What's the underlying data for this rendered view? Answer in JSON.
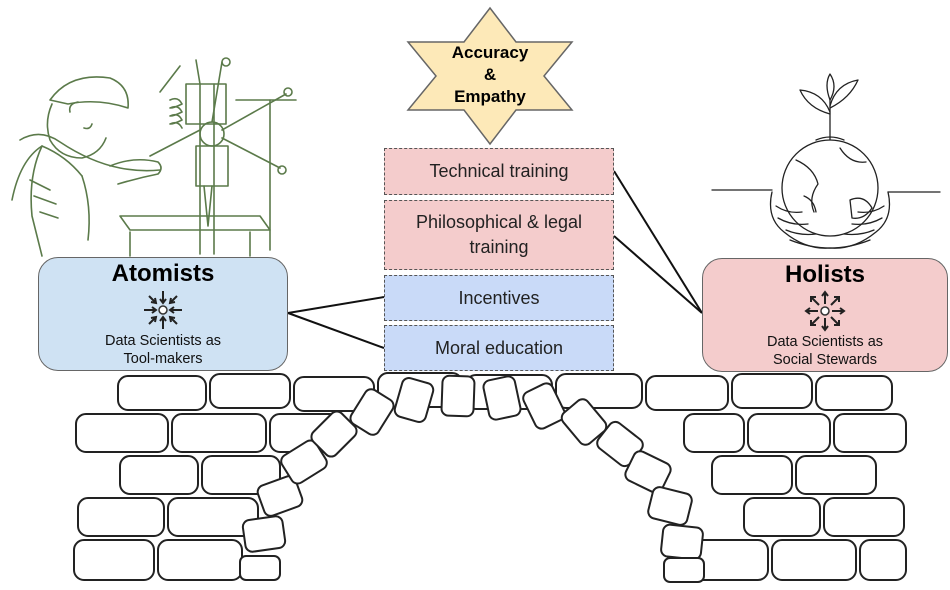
{
  "star": {
    "lines": [
      "Accuracy",
      "&",
      "Empathy"
    ]
  },
  "center_boxes": [
    {
      "label": "Technical training"
    },
    {
      "label": "Philosophical & legal training"
    },
    {
      "label": "Incentives"
    },
    {
      "label": "Moral education"
    }
  ],
  "atomists": {
    "title": "Atomists",
    "subtitle_lines": [
      "Data Scientists as",
      "Tool-makers"
    ],
    "icon": "inward-arrows-icon",
    "image": "worker-drill-press-sketch"
  },
  "holists": {
    "title": "Holists",
    "subtitle_lines": [
      "Data Scientists as",
      "Social Stewards"
    ],
    "icon": "outward-arrows-icon",
    "image": "hands-holding-globe-sprout"
  },
  "bridge": {
    "image": "stone-arch-bridge"
  },
  "colors": {
    "star_fill": "#fde9b8",
    "pink": "#f4cccc",
    "blue": "#c9daf8",
    "atomists_card": "#cfe2f3",
    "holists_card": "#f4cccc",
    "sketch_green": "#5b7a4a"
  }
}
